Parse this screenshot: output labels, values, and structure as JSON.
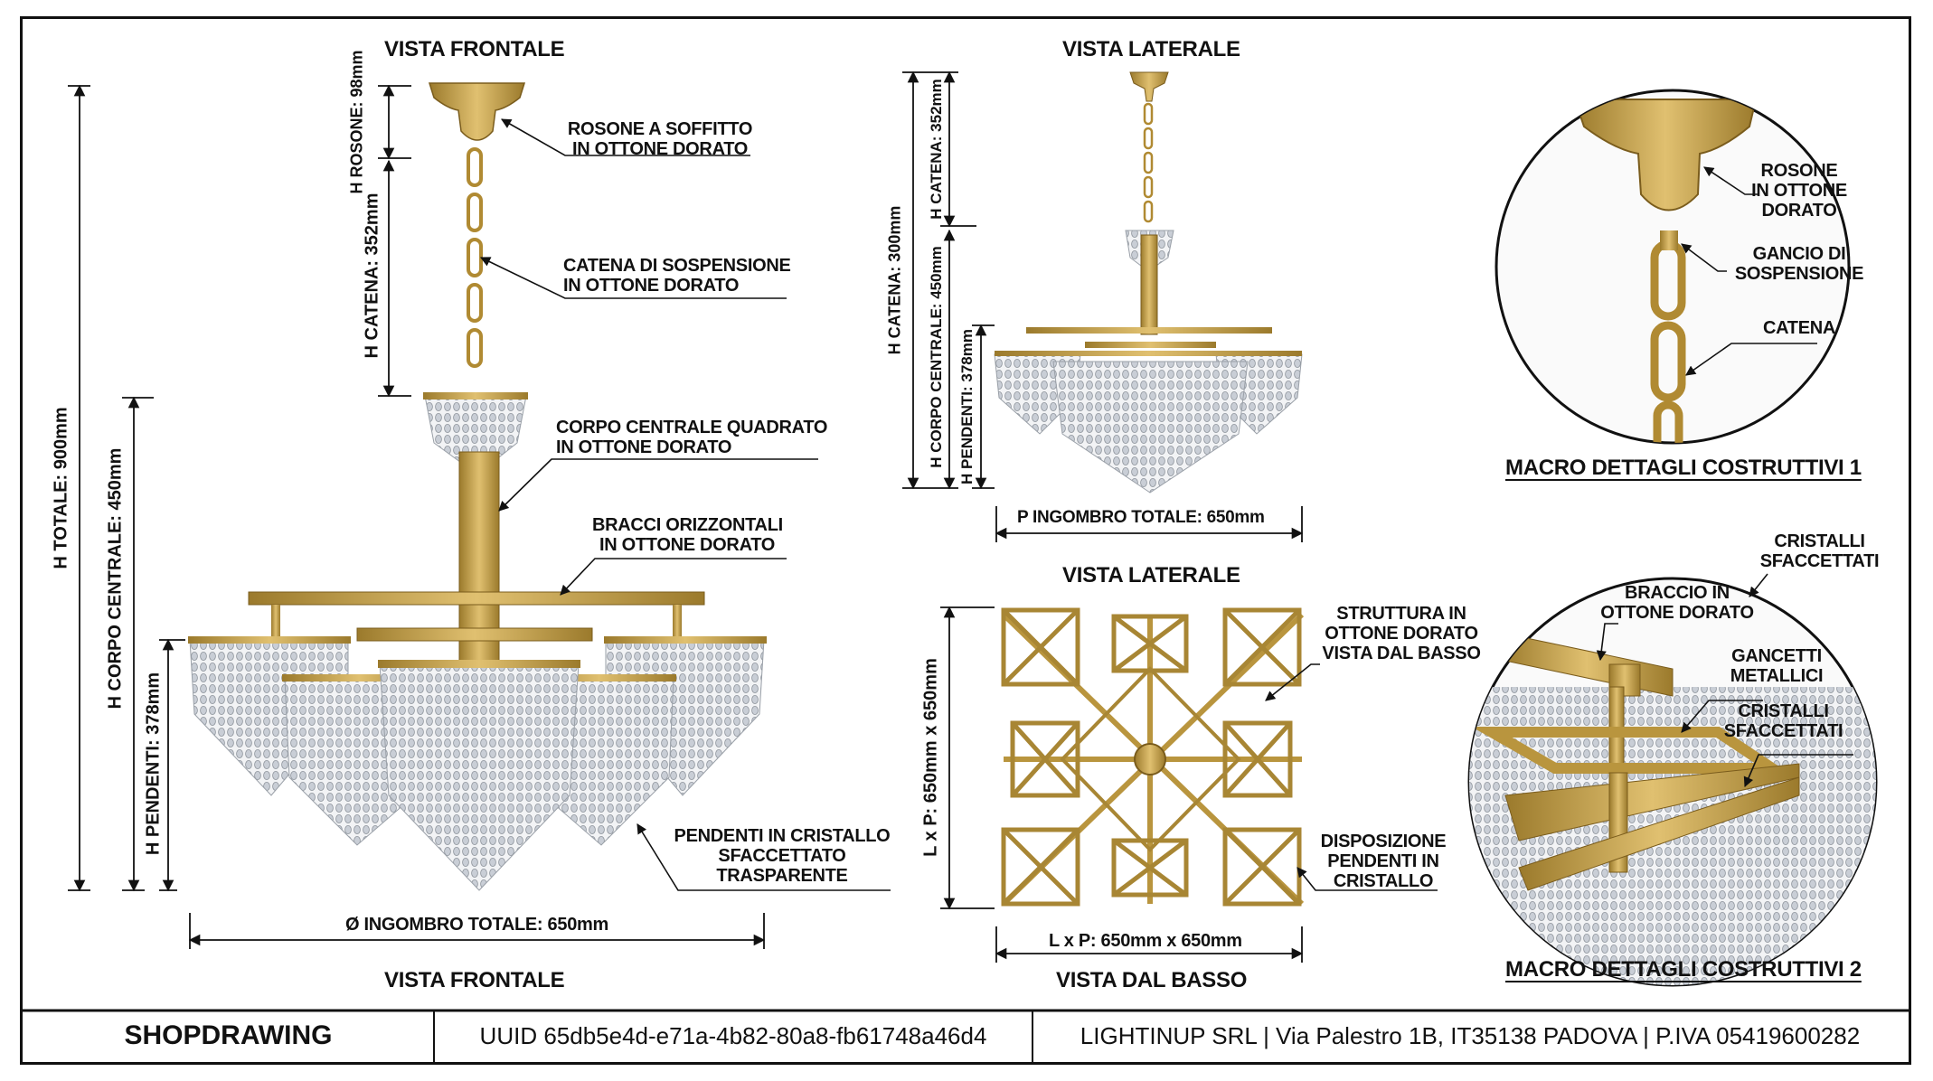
{
  "views": {
    "front_top": "VISTA FRONTALE",
    "front_bottom": "VISTA FRONTALE",
    "side_top": "VISTA LATERALE",
    "side_middle": "VISTA LATERALE",
    "bottom": "VISTA DAL BASSO",
    "macro1": "MACRO DETTAGLI COSTRUTTIVI 1",
    "macro2": "MACRO DETTAGLI COSTRUTTIVI 2"
  },
  "front_dims": {
    "h_totale": "H TOTALE: 900mm",
    "h_corpo": "H CORPO CENTRALE: 450mm",
    "h_pendenti": "H PENDENTI: 378mm",
    "h_rosone": "H ROSONE: 98mm",
    "h_catena": "H CATENA: 352mm",
    "width": "Ø INGOMBRO TOTALE: 650mm"
  },
  "front_callouts": {
    "rosone": [
      "ROSONE A SOFFITTO",
      "IN OTTONE DORATO"
    ],
    "catena": [
      "CATENA DI SOSPENSIONE",
      "IN OTTONE DORATO"
    ],
    "corpo": [
      "CORPO CENTRALE QUADRATO",
      "IN OTTONE DORATO"
    ],
    "bracci": [
      "BRACCI ORIZZONTALI",
      "IN OTTONE DORATO"
    ],
    "pendenti": [
      "PENDENTI IN CRISTALLO",
      "SFACCETTATO",
      "TRASPARENTE"
    ]
  },
  "side_dims": {
    "h_catena_300": "H CATENA: 300mm",
    "h_catena_352": "H CATENA: 352mm",
    "h_corpo": "H CORPO CENTRALE: 450mm",
    "h_pendenti": "H PENDENTI: 378mm",
    "width": "P INGOMBRO TOTALE: 650mm"
  },
  "bottom_dims": {
    "vertical": "L x P: 650mm x 650mm",
    "horizontal": "L x P: 650mm x 650mm"
  },
  "bottom_callouts": {
    "struttura": [
      "STRUTTURA IN",
      "OTTONE DORATO",
      "VISTA DAL BASSO"
    ],
    "disposizione": [
      "DISPOSIZIONE",
      "PENDENTI IN",
      "CRISTALLO"
    ]
  },
  "macro1_callouts": {
    "rosone": [
      "ROSONE",
      "IN OTTONE",
      "DORATO"
    ],
    "gancio": [
      "GANCIO DI",
      "SOSPENSIONE"
    ],
    "catena": [
      "CATENA"
    ]
  },
  "macro2_callouts": {
    "cristalli_top": [
      "CRISTALLI",
      "SFACCETTATI"
    ],
    "braccio": [
      "BRACCIO IN",
      "OTTONE DORATO"
    ],
    "gancetti": [
      "GANCETTI",
      "METALLICI"
    ],
    "cristalli": [
      "CRISTALLI",
      "SFACCETTATI"
    ]
  },
  "footer": {
    "left": "SHOPDRAWING",
    "middle": "UUID 65db5e4d-e71a-4b82-80a8-fb61748a46d4",
    "right": "LIGHTINUP SRL | Via Palestro 1B, IT35138 PADOVA | P.IVA 05419600282"
  },
  "colors": {
    "brass": "#c8a24a",
    "brass_dark": "#8a6a22",
    "crystal": "#d8dde3",
    "line": "#111111"
  }
}
